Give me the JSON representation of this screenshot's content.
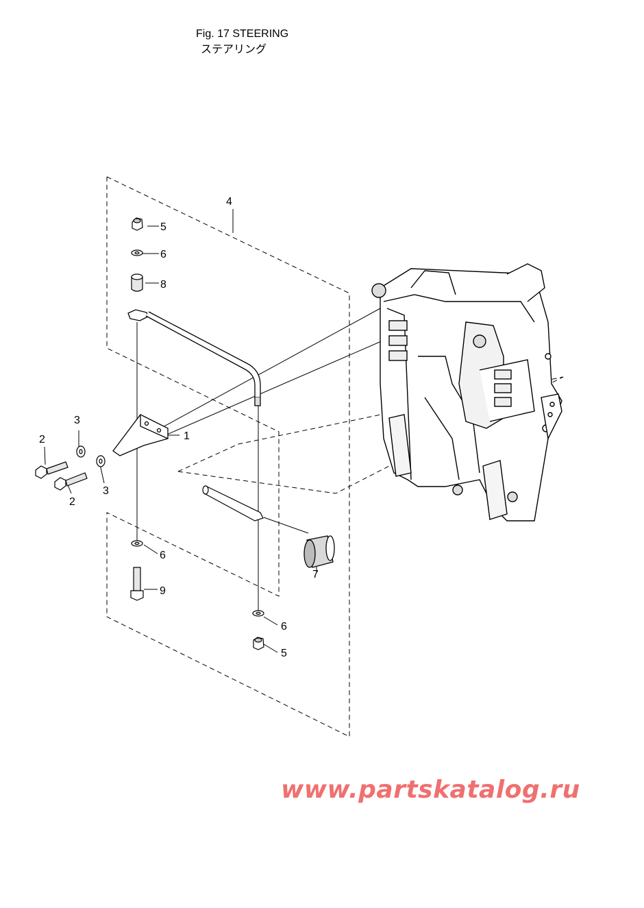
{
  "header": {
    "title": "Fig. 17  STEERING",
    "subtitle": "ステアリング"
  },
  "callouts": {
    "c1": "1",
    "c2a": "2",
    "c2b": "2",
    "c3a": "3",
    "c3b": "3",
    "c4": "4",
    "c5a": "5",
    "c5b": "5",
    "c6a": "6",
    "c6b": "6",
    "c6c": "6",
    "c7": "7",
    "c8": "8",
    "c9": "9"
  },
  "watermark": "www.partskatalog.ru"
}
